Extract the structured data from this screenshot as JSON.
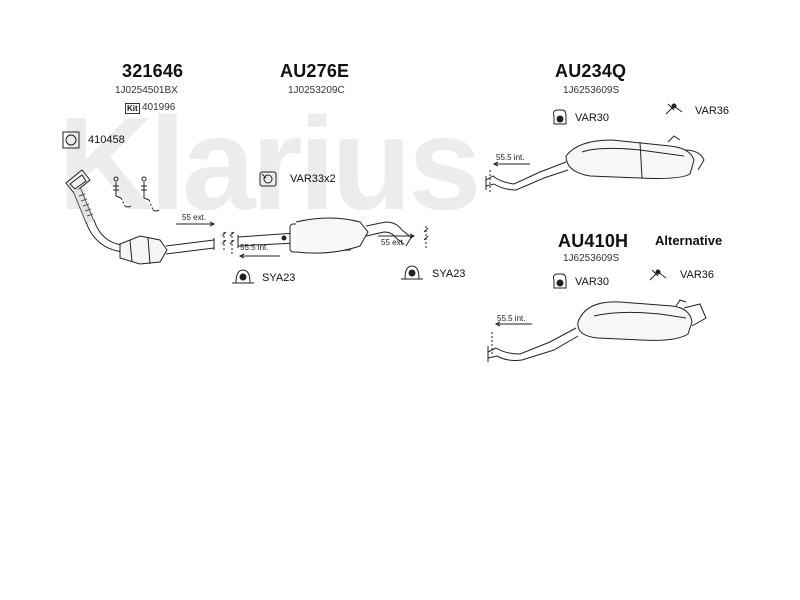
{
  "watermark": "Klarius",
  "parts": {
    "p321646": {
      "number": "321646",
      "oem": "1J0254501BX",
      "kit_tag": "Kit",
      "kit_ref": "401996",
      "gasket_ref": "410458"
    },
    "pAU276E": {
      "number": "AU276E",
      "oem": "1J0253209C",
      "clamp_ref": "VAR33x2",
      "mount_left": "SYA23",
      "mount_right": "SYA23"
    },
    "pAU234Q": {
      "number": "AU234Q",
      "oem": "1J6253609S",
      "clamp_ref": "VAR30",
      "hanger_ref": "VAR36"
    },
    "pAU410H": {
      "number": "AU410H",
      "oem": "1J6253609S",
      "alt_label": "Alternative",
      "clamp_ref": "VAR30",
      "hanger_ref": "VAR36"
    }
  },
  "measurements": {
    "cat_ext": "55 ext.",
    "mid_int": "55.5 int.",
    "mid_ext": "55 ext.",
    "rear_int": "55.5 int.",
    "alt_int": "55.5 int."
  }
}
